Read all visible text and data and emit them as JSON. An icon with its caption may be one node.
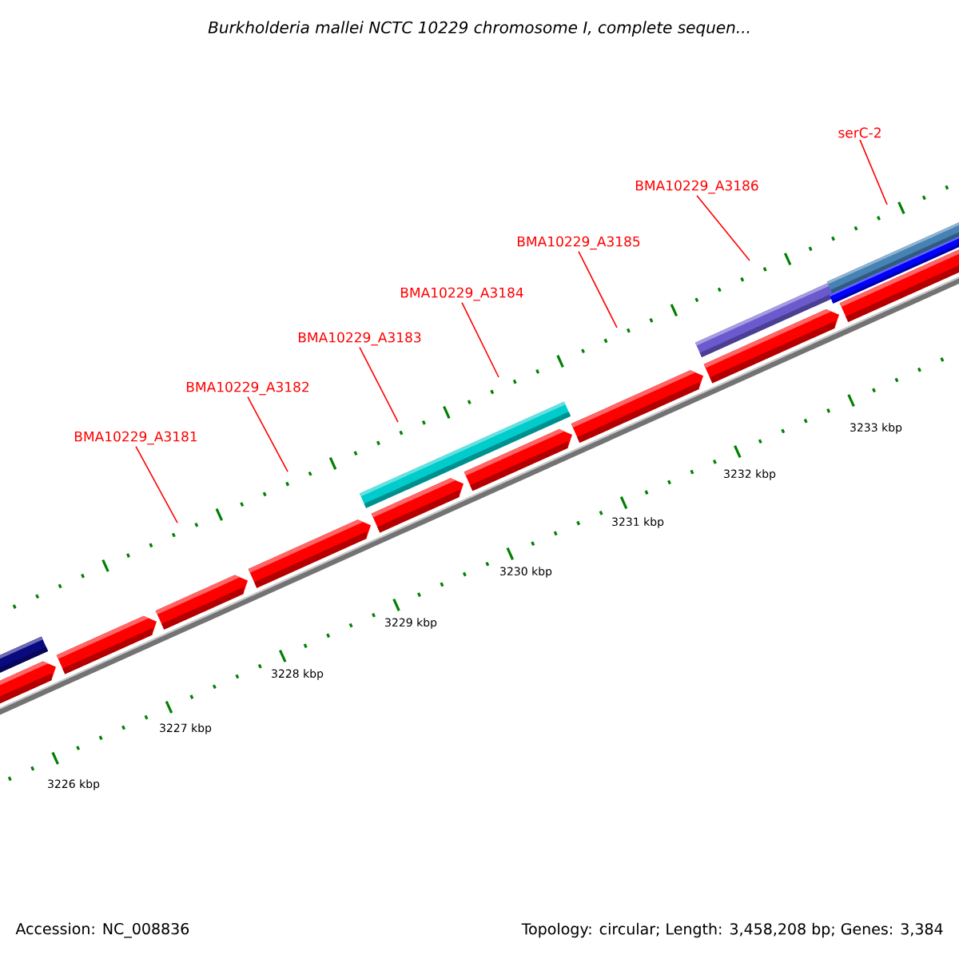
{
  "diagram": {
    "title": "Burkholderia mallei NCTC 10229 chromosome I, complete sequen...",
    "nodes": [
      {
        "text": [
          "BMA10229_A3181"
        ]
      },
      {
        "text": [
          "BMA10229_A3182"
        ]
      },
      {
        "text": [
          "BMA10229_A3183"
        ]
      },
      {
        "text": [
          "BMA10229_A3184"
        ]
      },
      {
        "text": [
          "BMA10229_A3185"
        ]
      },
      {
        "text": [
          "BMA10229_A3186"
        ]
      },
      {
        "text": [
          "serC-2"
        ]
      }
    ],
    "edges": [
      {
        "from": 0,
        "to": null,
        "arrow": "none"
      },
      {
        "from": 1,
        "to": null,
        "arrow": "none"
      },
      {
        "from": 2,
        "to": null,
        "arrow": "none"
      },
      {
        "from": 3,
        "to": null,
        "arrow": "none"
      },
      {
        "from": 4,
        "to": null,
        "arrow": "none"
      },
      {
        "from": 5,
        "to": null,
        "arrow": "none"
      },
      {
        "from": 6,
        "to": null,
        "arrow": "none"
      }
    ],
    "labels": [
      "3233 kbp",
      "3232 kbp",
      "3231 kbp",
      "3230 kbp",
      "3229 kbp",
      "3228 kbp",
      "3227 kbp",
      "3226 kbp",
      "Accession: NC_008836",
      "Topology: circular; Length: 3,458,208 bp; Genes: 3,384"
    ]
  }
}
